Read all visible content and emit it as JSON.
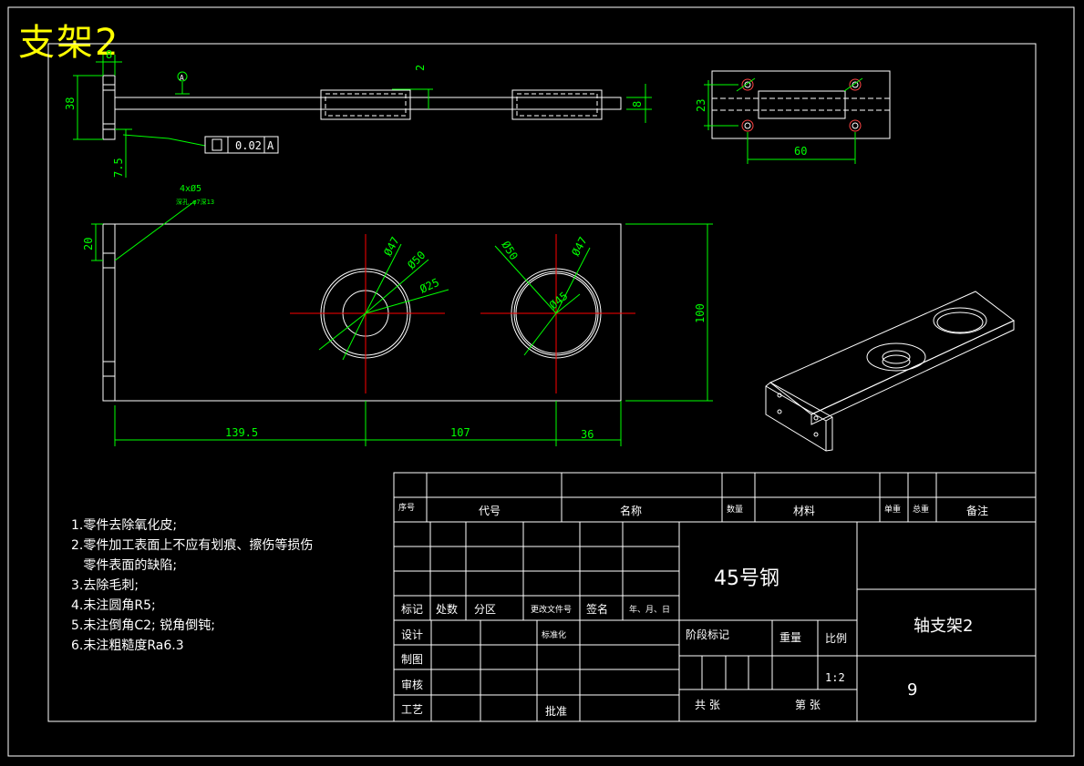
{
  "title": "支架2",
  "notes": [
    "1.零件去除氧化皮;",
    "2.零件加工表面上不应有划痕、擦伤等损伤",
    "   零件表面的缺陷;",
    "3.去除毛刺;",
    "4.未注圆角R5;",
    "5.未注倒角C2; 锐角倒钝;",
    "6.未注粗糙度Ra6.3"
  ],
  "dimensions": {
    "side_height": "38",
    "side_thick": "8",
    "side_gap": "2",
    "side_end": "8",
    "side_offset": "7.5",
    "tolerance": "0.02",
    "datum_ref": "A",
    "datum_top": "A",
    "hole_note": "4xØ5",
    "hole_sub": "深孔,φ7深13",
    "top_height": "23",
    "top_spacing": "60",
    "front_edge": "20",
    "front_height": "100",
    "d47a": "Ø47",
    "d50a": "Ø50",
    "d25": "Ø25",
    "d50b": "Ø50",
    "d47b": "Ø47",
    "d45": "Ø45",
    "x1": "139.5",
    "x2": "107",
    "x3": "36"
  },
  "title_block": {
    "header": {
      "seq": "序号",
      "code": "代号",
      "name": "名称",
      "qty": "数量",
      "material": "材料",
      "unit_weight": "单重",
      "total_weight": "总重",
      "remark": "备注"
    },
    "material_value": "45号钢",
    "part_name": "轴支架2",
    "sheet_num": "9",
    "rev_row": {
      "mark": "标记",
      "count": "处数",
      "zone": "分区",
      "doc": "更改文件号",
      "sign": "签名",
      "date": "年、月、日"
    },
    "design": "设计",
    "standard": "标准化",
    "drafting": "制图",
    "review": "审核",
    "process": "工艺",
    "approve": "批准",
    "stage": "阶段标记",
    "weight": "重量",
    "scale_label": "比例",
    "scale_value": "1:2",
    "total_sheets": "共 张",
    "sheet_label": "第 张"
  },
  "colors": {
    "line": "#ffffff",
    "dim": "#00ff00",
    "center": "#ff0000",
    "title": "#ffff00"
  }
}
